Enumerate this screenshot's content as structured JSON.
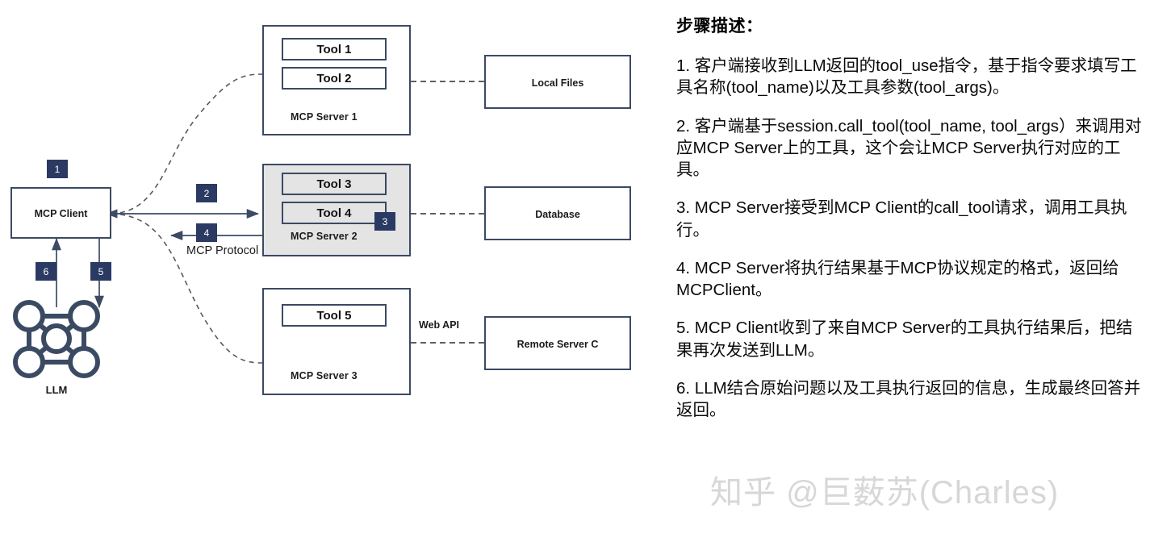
{
  "diagram": {
    "client": {
      "label": "MCP Client",
      "badge": "1"
    },
    "llm": {
      "label": "LLM",
      "icon": "network-graph-icon",
      "in_badge": "5",
      "out_badge": "6"
    },
    "protocol_label": "MCP Protocol",
    "web_api_label": "Web API",
    "request_badge": "2",
    "response_badge": "4",
    "execute_badge": "3",
    "servers": [
      {
        "caption": "MCP Server 1",
        "shaded": false,
        "tools": [
          "Tool 1",
          "Tool 2"
        ]
      },
      {
        "caption": "MCP Server 2",
        "shaded": true,
        "tools": [
          "Tool 3",
          "Tool 4"
        ]
      },
      {
        "caption": "MCP Server 3",
        "shaded": false,
        "tools": [
          "Tool 5"
        ]
      }
    ],
    "resources": [
      {
        "label": "Local Files"
      },
      {
        "label": "Database"
      },
      {
        "label": "Remote Server C"
      }
    ],
    "colors": {
      "stroke": "#3b4a63",
      "badge": "#2b3a62",
      "shaded_fill": "#e4e4e4",
      "edge": "#3c4a64"
    }
  },
  "steps": {
    "title": "步骤描述：",
    "items": [
      "1. 客户端接收到LLM返回的tool_use指令，基于指令要求填写工具名称(tool_name)以及工具参数(tool_args)。",
      "2. 客户端基于session.call_tool(tool_name, tool_args）来调用对应MCP Server上的工具，这个会让MCP Server执行对应的工具。",
      "3. MCP Server接受到MCP Client的call_tool请求，调用工具执行。",
      "4. MCP Server将执行结果基于MCP协议规定的格式，返回给MCPClient。",
      "5. MCP Client收到了来自MCP Server的工具执行结果后，把结果再次发送到LLM。",
      "6. LLM结合原始问题以及工具执行返回的信息，生成最终回答并返回。"
    ]
  },
  "watermark": {
    "text": "知乎 @巨薮苏(Charles)"
  }
}
